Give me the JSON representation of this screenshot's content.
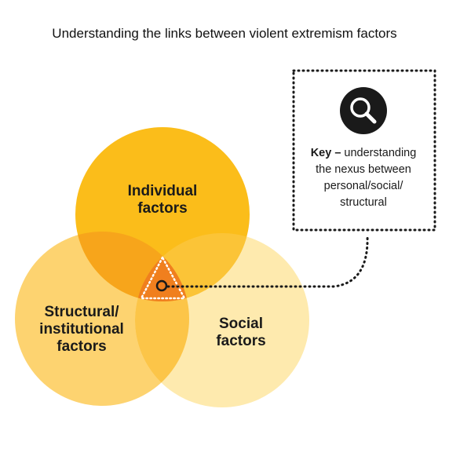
{
  "title": "Understanding the links between violent extremism factors",
  "circles": {
    "individual": {
      "lines": [
        "Individual",
        "factors"
      ],
      "color": "#fbbd1a"
    },
    "structural": {
      "lines": [
        "Structural/",
        "institutional",
        "factors"
      ],
      "color": "#fdd370"
    },
    "social": {
      "lines": [
        "Social",
        "factors"
      ],
      "color": "#feeaae"
    }
  },
  "overlap_colors": {
    "individual_structural": "#f7a51b",
    "individual_social": "#fbc437",
    "structural_social": "#fcc548",
    "center": "#f07f1e"
  },
  "key": {
    "icon": "magnifying-glass-icon",
    "bold": "Key –",
    "lines": [
      "understanding",
      "the nexus between",
      "personal/social/",
      "structural"
    ]
  }
}
